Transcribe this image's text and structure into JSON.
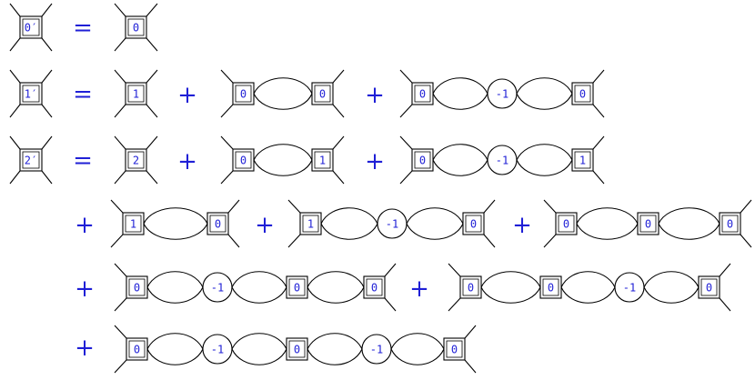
{
  "operators": {
    "equals": "=",
    "plus": "+"
  },
  "vertex_labels": {
    "v0": "0",
    "v1": "1",
    "v2": "2"
  },
  "dressed_labels": {
    "d0": "0′",
    "d1": "1′",
    "d2": "2′"
  },
  "bubble_label": "-1"
}
